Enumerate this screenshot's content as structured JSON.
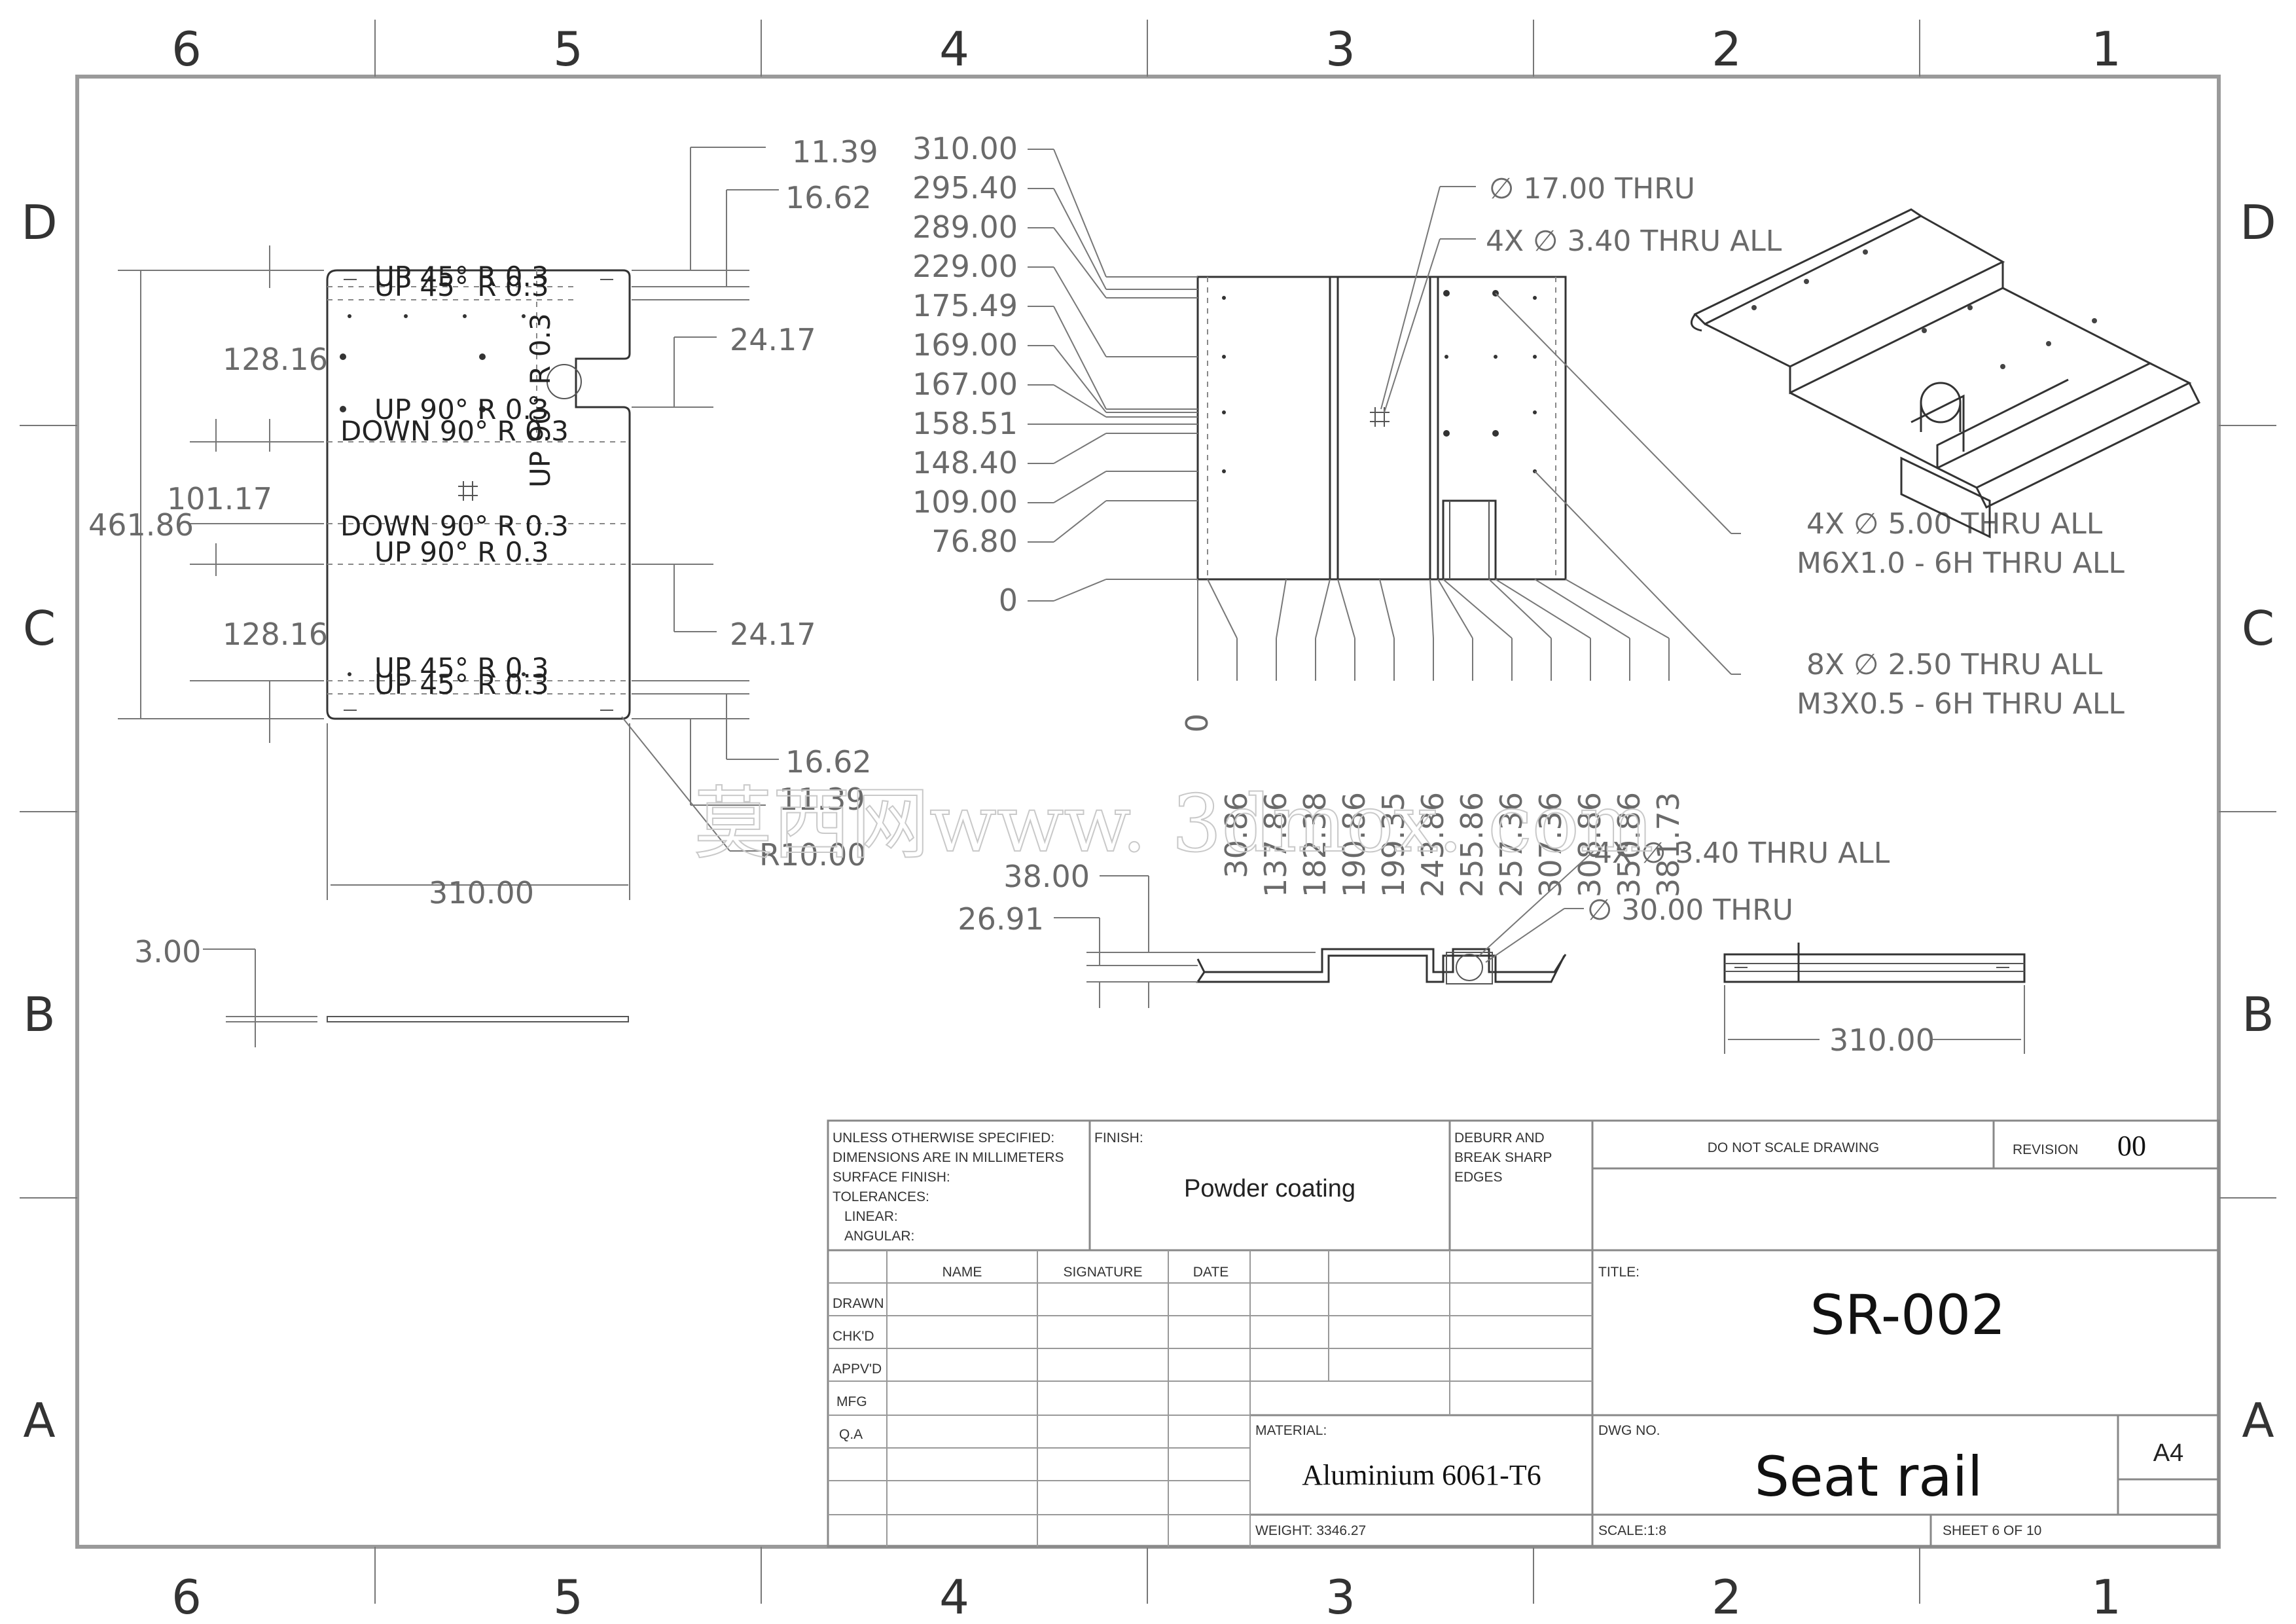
{
  "zones": {
    "columns": [
      "6",
      "5",
      "4",
      "3",
      "2",
      "1"
    ],
    "rows": [
      "D",
      "C",
      "B",
      "A"
    ]
  },
  "flat_pattern": {
    "dims_top": [
      "11.39",
      "16.62",
      "24.17"
    ],
    "dims_bottom": [
      "24.17",
      "16.62",
      "11.39"
    ],
    "dim_left": [
      "128.16",
      "101.17",
      "128.16"
    ],
    "overall_height": "461.86",
    "width": "310.00",
    "radius": "R10.00",
    "thickness": "3.00",
    "bend_notes": [
      "UP  45°  R 0.3",
      "UP  45°  R 0.3",
      "UP  90°  R 0.3",
      "DOWN  90°  R 0.3",
      "DOWN  90°  R 0.3",
      "UP  90°  R 0.3",
      "UP  45°  R 0.3",
      "UP  45°  R 0.3"
    ],
    "side_bend_note": "UP  90°  R 0.3"
  },
  "top_view": {
    "y_dims": [
      "310.00",
      "295.40",
      "289.00",
      "229.00",
      "175.49",
      "169.00",
      "167.00",
      "158.51",
      "148.40",
      "109.00",
      "76.80",
      "0"
    ],
    "x_dims": [
      "0",
      "30.86",
      "137.86",
      "182.38",
      "190.86",
      "199.35",
      "243.86",
      "255.86",
      "257.36",
      "307.36",
      "308.86",
      "350.86",
      "381.73"
    ],
    "hole_note_1": "∅ 17.00 THRU",
    "hole_note_2": "4X  ∅  3.40 THRU ALL",
    "hole_note_3a": "4X  ∅  5.00 THRU ALL",
    "hole_note_3b": "M6X1.0 - 6H THRU ALL",
    "hole_note_4a": "8X  ∅  2.50 THRU ALL",
    "hole_note_4b": "M3X0.5 - 6H THRU ALL"
  },
  "front_view": {
    "dims": [
      "38.00",
      "26.91"
    ],
    "hole_note_1": "4X  ∅  3.40 THRU ALL",
    "hole_note_2": "∅ 30.00 THRU"
  },
  "side_view": {
    "width": "310.00"
  },
  "watermark": "莫西网www. 3dmox. com",
  "title_block": {
    "general_notes": [
      "UNLESS OTHERWISE SPECIFIED:",
      "DIMENSIONS ARE IN MILLIMETERS",
      "SURFACE FINISH:",
      "TOLERANCES:",
      "   LINEAR:",
      "   ANGULAR:"
    ],
    "finish_label": "FINISH:",
    "finish_value": "Powder coating",
    "deburr": [
      "DEBURR AND",
      "BREAK SHARP",
      "EDGES"
    ],
    "do_not_scale": "DO NOT SCALE DRAWING",
    "revision_label": "REVISION",
    "revision_value": "00",
    "columns": [
      "NAME",
      "SIGNATURE",
      "DATE"
    ],
    "rows": [
      "DRAWN",
      "CHK'D",
      "APPV'D",
      "MFG",
      "Q.A"
    ],
    "title_label": "TITLE:",
    "title_value": "SR-002",
    "material_label": "MATERIAL:",
    "material_value": "Aluminium 6061-T6",
    "dwg_no_label": "DWG NO.",
    "dwg_no_value": "Seat rail",
    "size": "A4",
    "weight": "WEIGHT: 3346.27",
    "scale": "SCALE:1:8",
    "sheet": "SHEET 6 OF 10"
  }
}
